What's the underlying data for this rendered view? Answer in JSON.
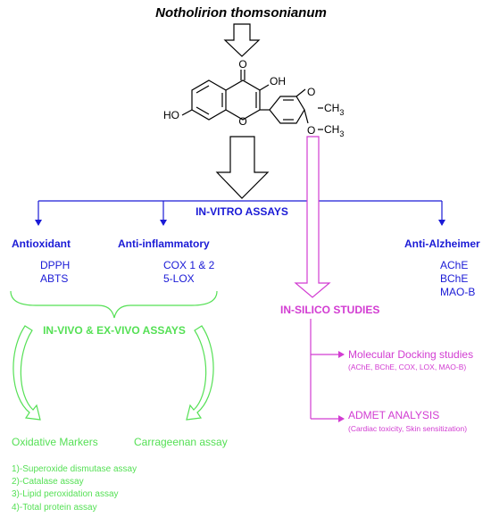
{
  "title": "Notholirion thomsonianum",
  "molecule": {
    "carbonyl_O": "O",
    "oh_3": "OH",
    "ring_O": "O",
    "ho_7": "HO",
    "o_top": "O",
    "ch3_top": "CH",
    "ch3_top_sub": "3",
    "o_bottom": "O",
    "ch3_bottom": "CH",
    "ch3_bottom_sub": "3"
  },
  "in_vitro": {
    "heading": "IN-VITRO ASSAYS",
    "antioxidant": {
      "title": "Antioxidant",
      "items": [
        "DPPH",
        "ABTS"
      ]
    },
    "anti_inflammatory": {
      "title": "Anti-inflammatory",
      "items": [
        "COX 1 & 2",
        "5-LOX"
      ]
    },
    "anti_alzheimer": {
      "title": "Anti-Alzheimer",
      "items": [
        "AChE",
        "BChE",
        "MAO-B"
      ]
    }
  },
  "in_vivo": {
    "heading": "IN-VIVO & EX-VIVO ASSAYS",
    "oxidative": "Oxidative Markers",
    "carrageenan": "Carrageenan assay",
    "assays": [
      "1)-Superoxide dismutase assay",
      "2)-Catalase assay",
      "3)-Lipid peroxidation assay",
      "4)-Total protein assay"
    ]
  },
  "in_silico": {
    "heading": "IN-SILICO STUDIES",
    "docking": "Molecular Docking studies",
    "docking_targets": "(AChE, BChE, COX, LOX, MAO-B)",
    "admet": "ADMET ANALYSIS",
    "admet_targets": "(Cardiac toxicity, Skin sensitization)"
  },
  "colors": {
    "black": "#000000",
    "blue": "#1a1ad6",
    "green": "#55e055",
    "magenta": "#d23cd2"
  }
}
